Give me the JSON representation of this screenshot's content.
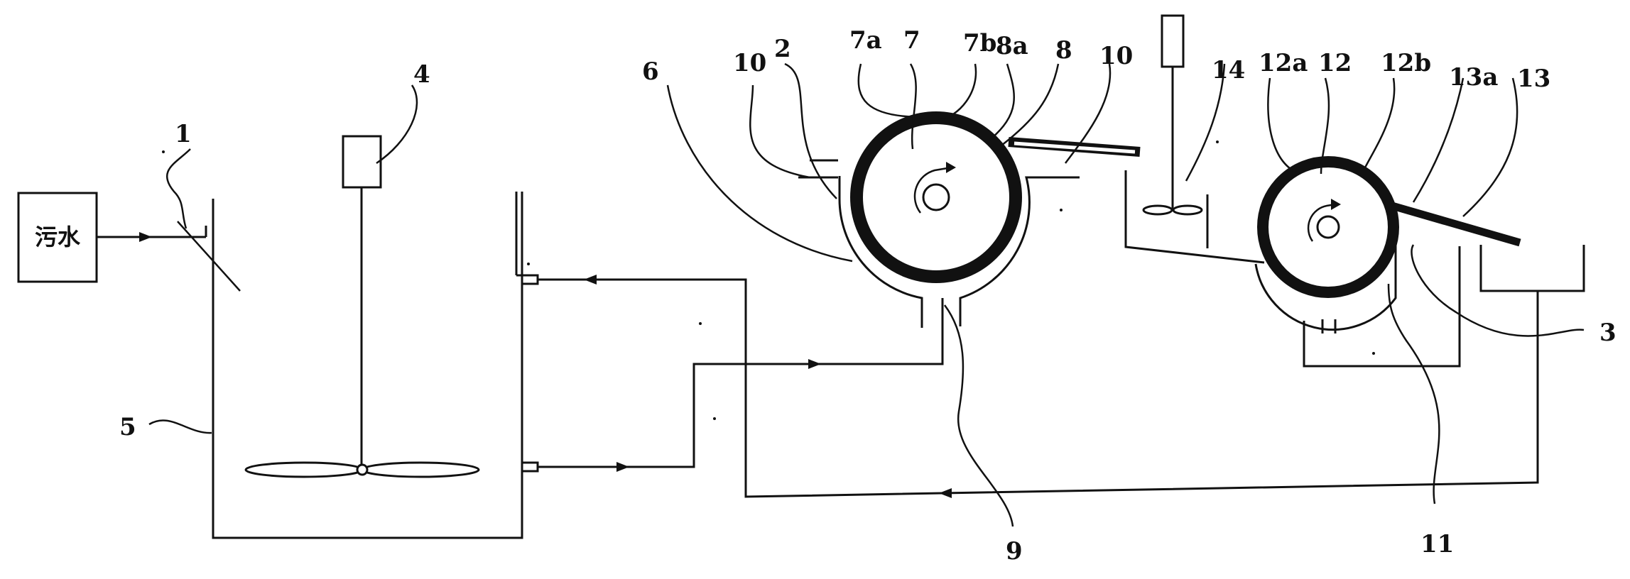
{
  "diagram": {
    "source_box_text": "污水",
    "labels": {
      "l1": "1",
      "l2": "2",
      "l3": "3",
      "l4": "4",
      "l5": "5",
      "l6": "6",
      "l7": "7",
      "l7a": "7a",
      "l7b": "7b",
      "l8": "8",
      "l8a": "8a",
      "l9": "9",
      "l10_left": "10",
      "l10_right": "10",
      "l11": "11",
      "l12": "12",
      "l12a": "12a",
      "l12b": "12b",
      "l13": "13",
      "l13a": "13a",
      "l14": "14"
    },
    "colors": {
      "line": "#111111",
      "background": "#ffffff"
    }
  }
}
